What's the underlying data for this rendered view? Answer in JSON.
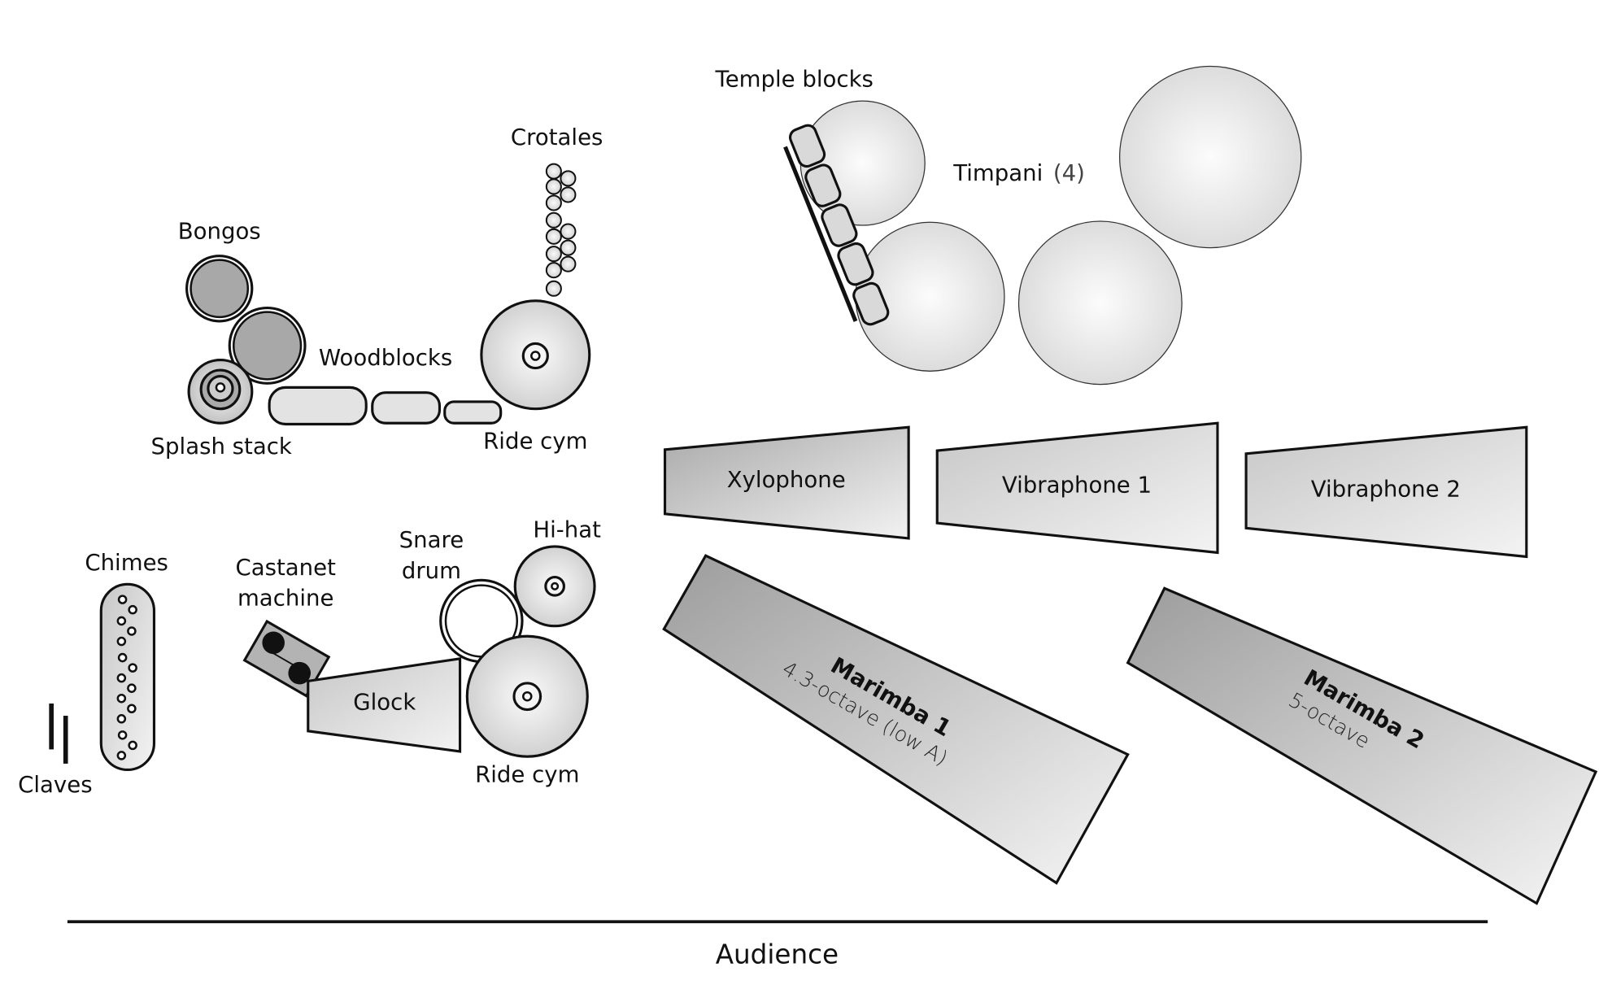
{
  "title": "Percussion stage setup",
  "labels": {
    "bongos": "Bongos",
    "woodblocks": "Woodblocks",
    "splash_stack": "Splash stack",
    "crotales": "Crotales",
    "ride_cym_top": "Ride cym",
    "temple_blocks": "Temple blocks",
    "timpani": "Timpani",
    "timpani_count": "(4)",
    "xylophone": "Xylophone",
    "vibraphone_1": "Vibraphone 1",
    "vibraphone_2": "Vibraphone 2",
    "chimes": "Chimes",
    "claves": "Claves",
    "castanet_machine_line1": "Castanet",
    "castanet_machine_line2": "machine",
    "snare_drum_line1": "Snare",
    "snare_drum_line2": "drum",
    "hi_hat": "Hi-hat",
    "glock": "Glock",
    "ride_cym_bottom": "Ride cym",
    "marimba_1": "Marimba 1",
    "marimba_1_range": "4.3-octave (low A)",
    "marimba_2": "Marimba 2",
    "marimba_2_range": "5-octave",
    "audience": "Audience"
  },
  "counts": {
    "timpani": 4,
    "temple_blocks": 5,
    "woodblocks": 3,
    "bongos": 2,
    "crotales": 13
  },
  "colors": {
    "stroke": "#111111",
    "fill_light": "#e6e6e6",
    "fill_mid": "#b8b8b8",
    "fill_dark": "#999999",
    "background": "#ffffff"
  }
}
